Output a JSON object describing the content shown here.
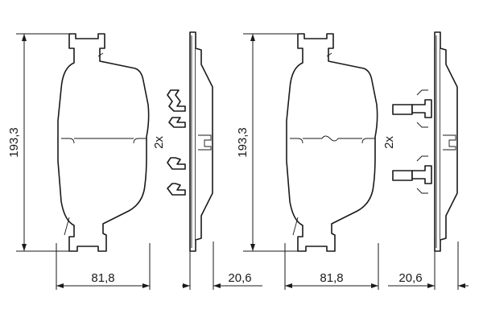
{
  "colors": {
    "line": "#1a1a1a",
    "background": "#ffffff"
  },
  "left_view": {
    "height_label": "193,3",
    "width_label": "81,8",
    "qty_label": "2x",
    "thickness_label": "20,6"
  },
  "right_view": {
    "height_label": "193,3",
    "width_label": "81,8",
    "qty_label": "2x",
    "thickness_label": "20,6"
  }
}
